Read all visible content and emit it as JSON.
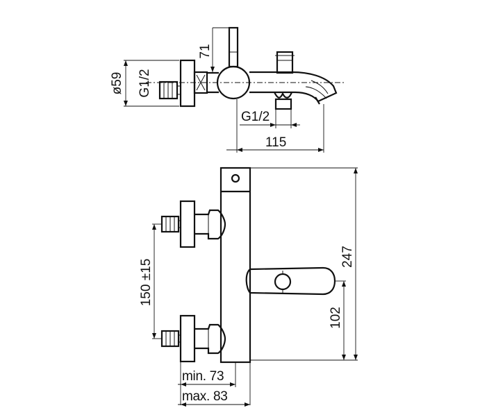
{
  "top_view": {
    "diameter_label": "ø59",
    "inlet_thread_label": "G1/2",
    "height_label": "71",
    "outlet_thread_label": "G1/2",
    "length_label": "115"
  },
  "front_view": {
    "height_total_label": "247",
    "spout_height_label": "102",
    "inlet_spacing_label": "150 ±15",
    "min_width_label": "min. 73",
    "max_width_label": "max. 83"
  }
}
